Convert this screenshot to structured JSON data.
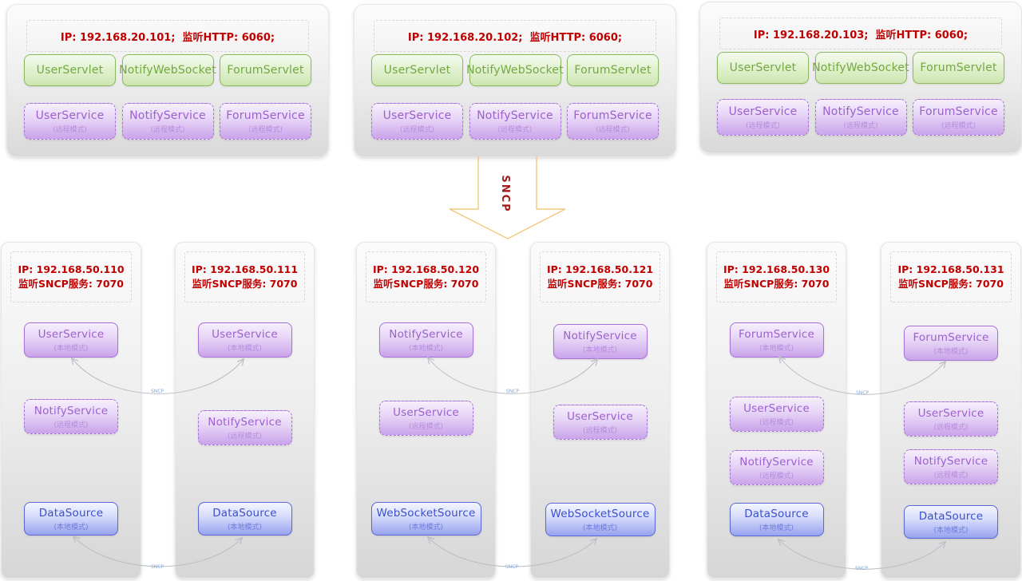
{
  "colors": {
    "group_background_top": "#fcfcfc",
    "group_background_bottom": "#d9d9d9",
    "ip_text": "#c00000",
    "servlet_green_border": "#8bbb5d",
    "servlet_green_text": "#73a843",
    "service_purple_border": "#a573d7",
    "service_purple_text": "#9c60ce",
    "datasource_blue_border": "#5a68d8",
    "datasource_blue_text": "#3a50cc",
    "sncp_arrow_outline": "#f2c87a",
    "sncp_arrow_text": "#a51a1a",
    "connector_line": "#b9bdc6",
    "connector_label_text": "#85a9d6"
  },
  "sncp_arrow": {
    "label": "SNCP"
  },
  "connector_label": "SNCP",
  "top_groups": [
    {
      "ip": "IP: 192.168.20.101;  监听HTTP: 6060;",
      "servlets": [
        "UserServlet",
        "NotifyWebSocket",
        "ForumServlet"
      ],
      "services": [
        {
          "label": "UserService",
          "mode": "(远程模式)"
        },
        {
          "label": "NotifyService",
          "mode": "(远程模式)"
        },
        {
          "label": "ForumService",
          "mode": "(远程模式)"
        }
      ]
    },
    {
      "ip": "IP: 192.168.20.102;  监听HTTP: 6060;",
      "servlets": [
        "UserServlet",
        "NotifyWebSocket",
        "ForumServlet"
      ],
      "services": [
        {
          "label": "UserService",
          "mode": "(远程模式)"
        },
        {
          "label": "NotifyService",
          "mode": "(远程模式)"
        },
        {
          "label": "ForumService",
          "mode": "(远程模式)"
        }
      ]
    },
    {
      "ip": "IP: 192.168.20.103;  监听HTTP: 6060;",
      "servlets": [
        "UserServlet",
        "NotifyWebSocket",
        "ForumServlet"
      ],
      "services": [
        {
          "label": "UserService",
          "mode": "(远程模式)"
        },
        {
          "label": "NotifyService",
          "mode": "(远程模式)"
        },
        {
          "label": "ForumService",
          "mode": "(远程模式)"
        }
      ]
    }
  ],
  "bottom_groups": [
    {
      "ip_line1": "IP: 192.168.50.110",
      "ip_line2": "监听SNCP服务: 7070",
      "boxes": [
        {
          "label": "UserService",
          "mode": "(本地模式)"
        },
        {
          "label": "NotifyService",
          "mode": "(远程模式)"
        },
        {
          "label": "DataSource",
          "mode": "(本地模式)"
        }
      ]
    },
    {
      "ip_line1": "IP: 192.168.50.111",
      "ip_line2": "监听SNCP服务: 7070",
      "boxes": [
        {
          "label": "UserService",
          "mode": "(本地模式)"
        },
        {
          "label": "NotifyService",
          "mode": "(远程模式)"
        },
        {
          "label": "DataSource",
          "mode": "(本地模式)"
        }
      ]
    },
    {
      "ip_line1": "IP: 192.168.50.120",
      "ip_line2": "监听SNCP服务: 7070",
      "boxes": [
        {
          "label": "NotifyService",
          "mode": "(本地模式)"
        },
        {
          "label": "UserService",
          "mode": "(远程模式)"
        },
        {
          "label": "WebSocketSource",
          "mode": "(本地模式)"
        }
      ]
    },
    {
      "ip_line1": "IP: 192.168.50.121",
      "ip_line2": "监听SNCP服务: 7070",
      "boxes": [
        {
          "label": "NotifyService",
          "mode": "(本地模式)"
        },
        {
          "label": "UserService",
          "mode": "(远程模式)"
        },
        {
          "label": "WebSocketSource",
          "mode": "(本地模式)"
        }
      ]
    },
    {
      "ip_line1": "IP: 192.168.50.130",
      "ip_line2": "监听SNCP服务: 7070",
      "boxes": [
        {
          "label": "ForumService",
          "mode": "(本地模式)"
        },
        {
          "label": "UserService",
          "mode": "(远程模式)"
        },
        {
          "label": "NotifyService",
          "mode": "(远程模式)"
        },
        {
          "label": "DataSource",
          "mode": "(本地模式)"
        }
      ]
    },
    {
      "ip_line1": "IP: 192.168.50.131",
      "ip_line2": "监听SNCP服务: 7070",
      "boxes": [
        {
          "label": "ForumService",
          "mode": "(本地模式)"
        },
        {
          "label": "UserService",
          "mode": "(远程模式)"
        },
        {
          "label": "NotifyService",
          "mode": "(远程模式)"
        },
        {
          "label": "DataSource",
          "mode": "(本地模式)"
        }
      ]
    }
  ]
}
